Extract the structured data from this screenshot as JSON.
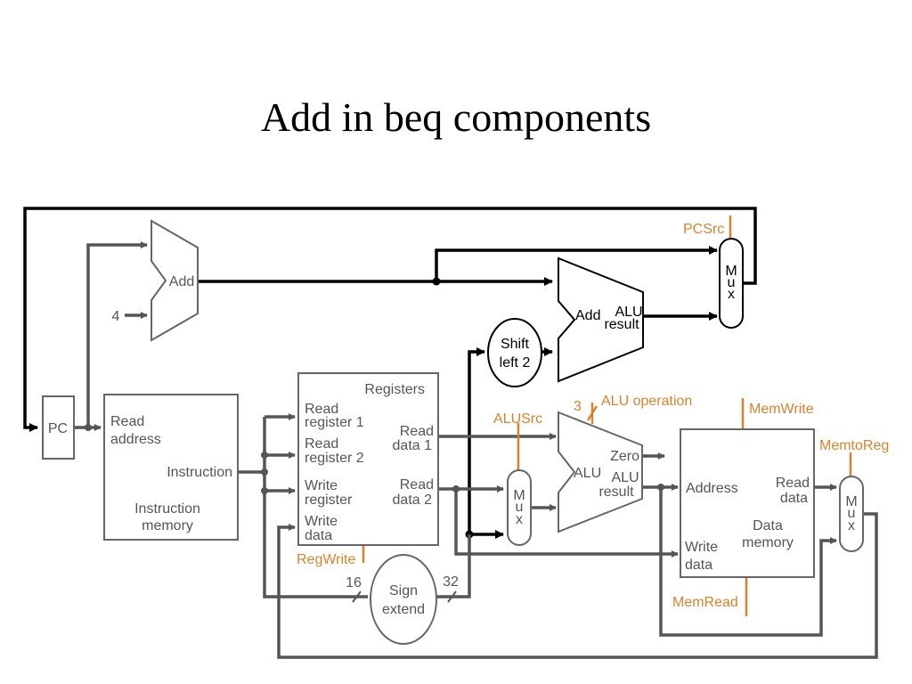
{
  "title": "Add in beq components",
  "labels": {
    "pc": "PC",
    "add_top": "Add",
    "four": "4",
    "imem_read": "Read",
    "imem_address": "address",
    "imem_instruction": "Instruction",
    "imem_name1": "Instruction",
    "imem_name2": "memory",
    "registers": "Registers",
    "read_reg1_a": "Read",
    "read_reg1_b": "register 1",
    "read_reg2_a": "Read",
    "read_reg2_b": "register 2",
    "write_reg_a": "Write",
    "write_reg_b": "register",
    "write_data_a": "Write",
    "write_data_b": "data",
    "read_data1_a": "Read",
    "read_data1_b": "data 1",
    "read_data2_a": "Read",
    "read_data2_b": "data 2",
    "sign1": "Sign",
    "sign2": "extend",
    "bits16": "16",
    "bits32": "32",
    "shift1": "Shift",
    "shift2": "left 2",
    "add_branch": "Add",
    "alu_result_a": "ALU",
    "alu_result_b": "result",
    "mux_m": "M",
    "mux_u": "u",
    "mux_x": "x",
    "alu": "ALU",
    "zero": "Zero",
    "alu_res_a": "ALU",
    "alu_res_b": "result",
    "dmem_address": "Address",
    "dmem_write_a": "Write",
    "dmem_write_b": "data",
    "dmem_read_a": "Read",
    "dmem_read_b": "data",
    "dmem_name1": "Data",
    "dmem_name2": "memory"
  },
  "controls": {
    "pcsrc": "PCSrc",
    "alu_operation": "ALU operation",
    "alu_op_bits": "3",
    "alusrc": "ALUSrc",
    "memwrite": "MemWrite",
    "memtoreg": "MemtoReg",
    "regwrite": "RegWrite",
    "memread": "MemRead"
  },
  "colors": {
    "control": "#d9822b",
    "existing_datapath": "#555555",
    "beq_datapath": "#000000"
  }
}
